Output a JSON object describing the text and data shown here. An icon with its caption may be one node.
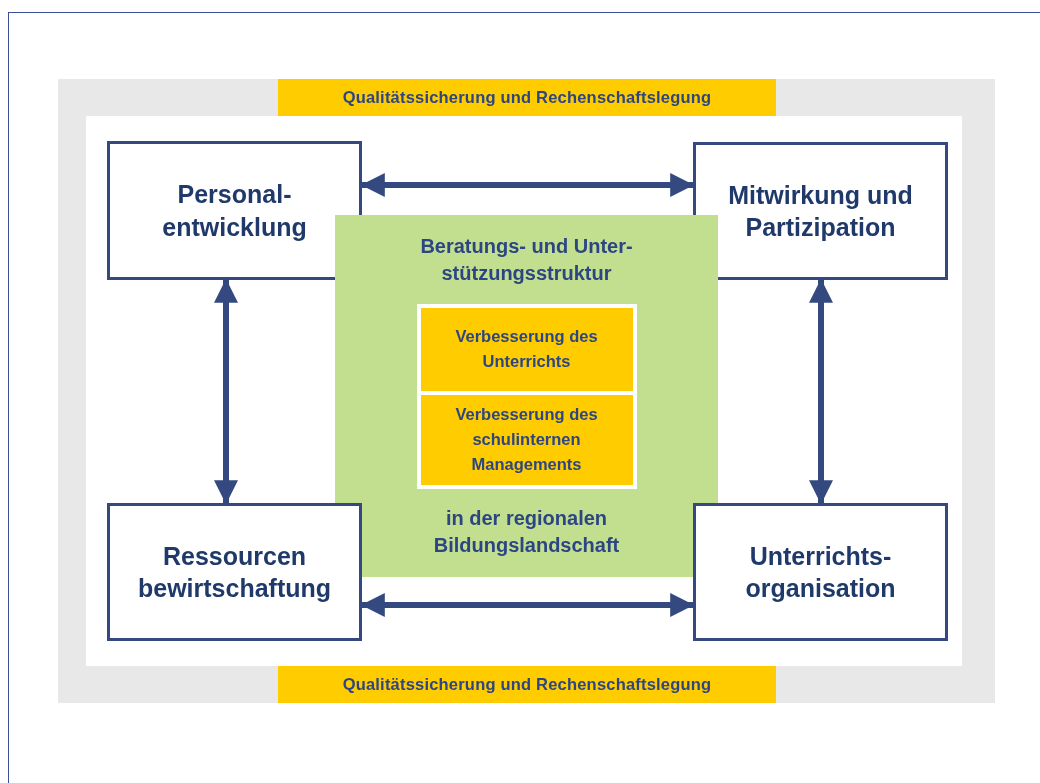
{
  "diagram": {
    "nodes": [
      {
        "text": [
          "Qualitätssicherung und Rechenschaftslegung"
        ]
      },
      {
        "text": [
          "Personal- entwicklung"
        ]
      },
      {
        "text": [
          "Mitwirkung und Partizipation"
        ]
      },
      {
        "text": [
          "Beratungs- und Unter- stützungsstruktur",
          "in der regionalen Bildungslandschaft"
        ]
      },
      {
        "text": [
          "Verbesserung des Unterrichts"
        ],
        "in": 3
      },
      {
        "text": [
          "Verbesserung des schulinternen Managements"
        ],
        "in": 3
      },
      {
        "text": [
          "Ressourcen bewirtschaftung"
        ]
      },
      {
        "text": [
          "Unterrichts- organisation"
        ]
      },
      {
        "text": [
          "Qualitätssicherung und Rechenschaftslegung"
        ]
      }
    ],
    "edges": [
      {
        "from": 1,
        "to": 2,
        "arrow": "both"
      },
      {
        "from": 1,
        "to": 6,
        "arrow": "both"
      },
      {
        "from": 2,
        "to": 7,
        "arrow": "both"
      },
      {
        "from": 6,
        "to": 7,
        "arrow": "both"
      }
    ]
  }
}
